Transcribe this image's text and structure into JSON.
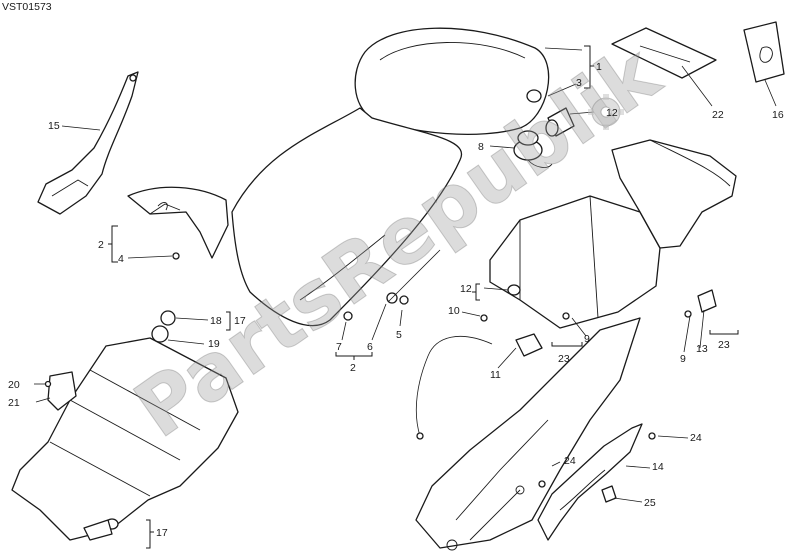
{
  "drawing_code": "VST01573",
  "watermark": "PartsRepublik",
  "callouts": {
    "c1": "1",
    "c2a": "2",
    "c2b": "2",
    "c3": "3",
    "c4": "4",
    "c5": "5",
    "c6": "6",
    "c7": "7",
    "c8": "8",
    "c9a": "9",
    "c9b": "9",
    "c10": "10",
    "c11": "11",
    "c12a": "12",
    "c12b": "12",
    "c13": "13",
    "c14": "14",
    "c15": "15",
    "c16": "16",
    "c17a": "17",
    "c17b": "17",
    "c18": "18",
    "c19": "19",
    "c20": "20",
    "c21": "21",
    "c22": "22",
    "c23a": "23",
    "c23b": "23",
    "c24a": "24",
    "c24b": "24",
    "c25": "25"
  },
  "colors": {
    "line": "#1a1a1a",
    "watermark": "#9a9a9a",
    "background": "#ffffff"
  },
  "icons": {
    "watermark_gear": "gear-icon"
  }
}
